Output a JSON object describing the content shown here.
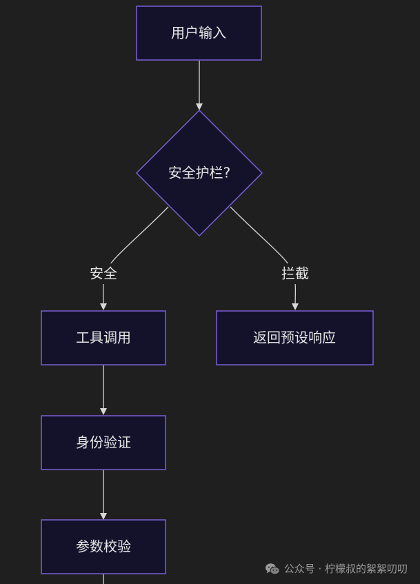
{
  "nodes": {
    "user_input": "用户输入",
    "guardrail": "安全护栏?",
    "tool_call": "工具调用",
    "default_response": "返回预设响应",
    "auth": "身份验证",
    "param_check": "参数校验"
  },
  "edge_labels": {
    "safe": "安全",
    "block": "拦截"
  },
  "watermark": {
    "icon": "wechat-icon",
    "text": "公众号 · 柠檬叔的絮絮叨叨"
  },
  "colors": {
    "background": "#1f1f1f",
    "node_fill": "#14122b",
    "node_border": "#7b5fd6",
    "edge": "#d8d8d8",
    "text": "#e6e6e6"
  }
}
